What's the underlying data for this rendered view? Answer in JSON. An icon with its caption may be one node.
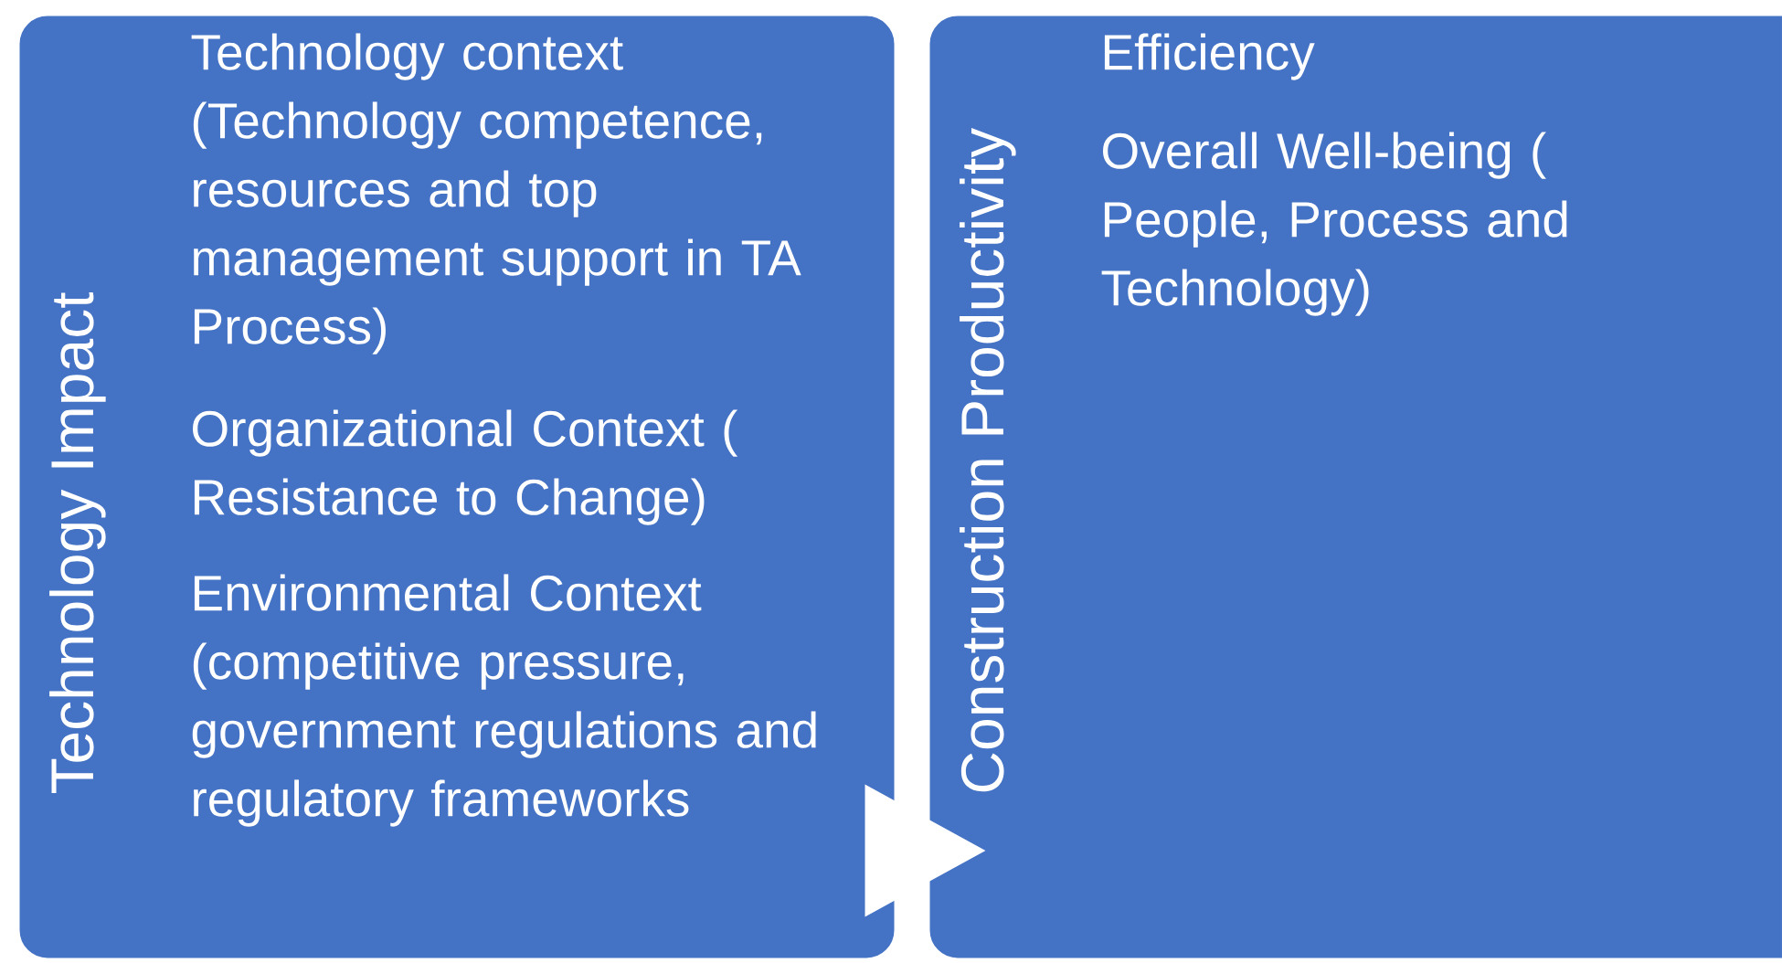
{
  "diagram": {
    "nodes": [
      {
        "text": [
          "Technology Impact",
          "Technology context (Technology competence, resources and top management support in TA Process)",
          "Organizational Context ( Resistance to Change)",
          "Environmental Context (competitive pressure, government regulations and regulatory frameworks"
        ]
      },
      {
        "text": [
          "Construction Productivity",
          "Efficiency",
          "Overall Well-being ( People, Process and Technology)"
        ]
      }
    ],
    "edges": [
      {
        "from": 0,
        "to": 1,
        "arrow": "to"
      }
    ]
  }
}
